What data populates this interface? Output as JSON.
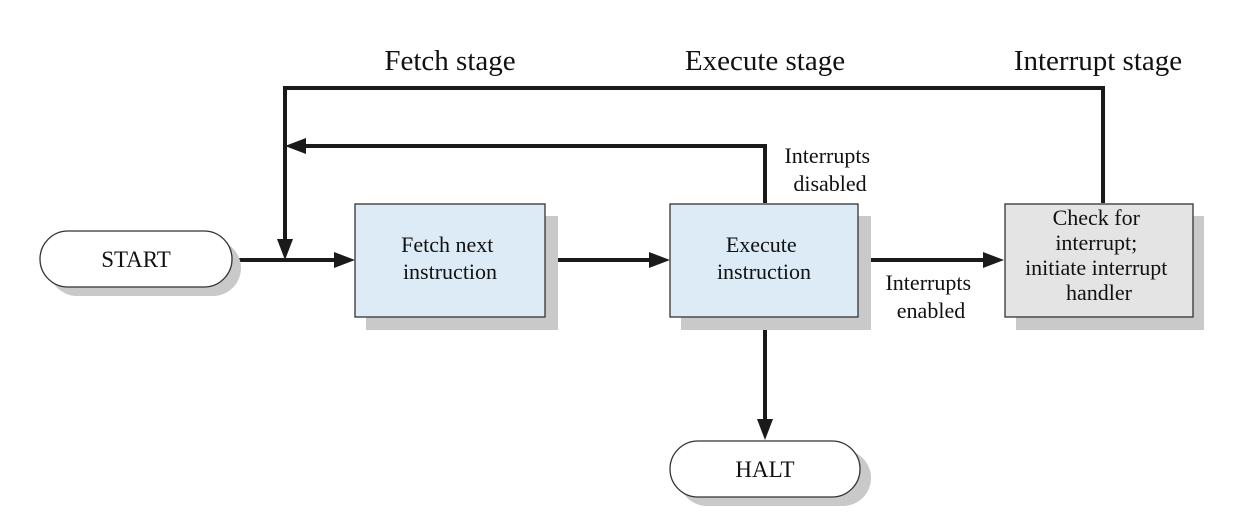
{
  "stages": {
    "fetch": "Fetch stage",
    "execute": "Execute stage",
    "interrupt": "Interrupt stage"
  },
  "nodes": {
    "start": "START",
    "halt": "HALT",
    "fetch_box": [
      "Fetch next",
      "instruction"
    ],
    "execute_box": [
      "Execute",
      "instruction"
    ],
    "interrupt_box": [
      "Check for",
      "interrupt;",
      "initiate interrupt",
      "handler"
    ]
  },
  "edge_labels": {
    "disabled": [
      "Interrupts",
      "disabled"
    ],
    "enabled": [
      "Interrupts",
      "enabled"
    ]
  },
  "colors": {
    "fetch_execute_fill": "#dcebf6",
    "interrupt_fill": "#e4e4e4",
    "shadow": "#c9c9c9",
    "line": "#1a1a1a"
  }
}
